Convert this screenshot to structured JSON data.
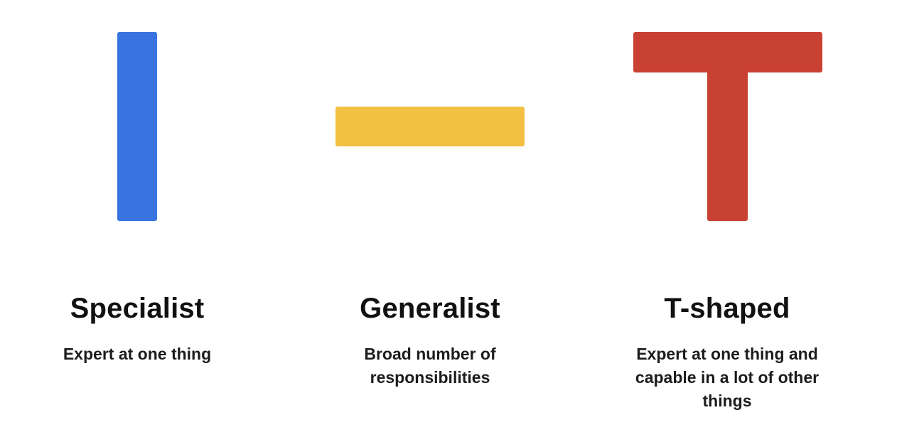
{
  "shapes": {
    "specialist_color": "#3874e0",
    "generalist_color": "#f2c143",
    "tshaped_color": "#c94133"
  },
  "columns": [
    {
      "title": "Specialist",
      "description": "Expert at one thing"
    },
    {
      "title": "Generalist",
      "description": "Broad number of responsibilities"
    },
    {
      "title": "T-shaped",
      "description": "Expert at one thing and capable in a lot of other things"
    }
  ]
}
